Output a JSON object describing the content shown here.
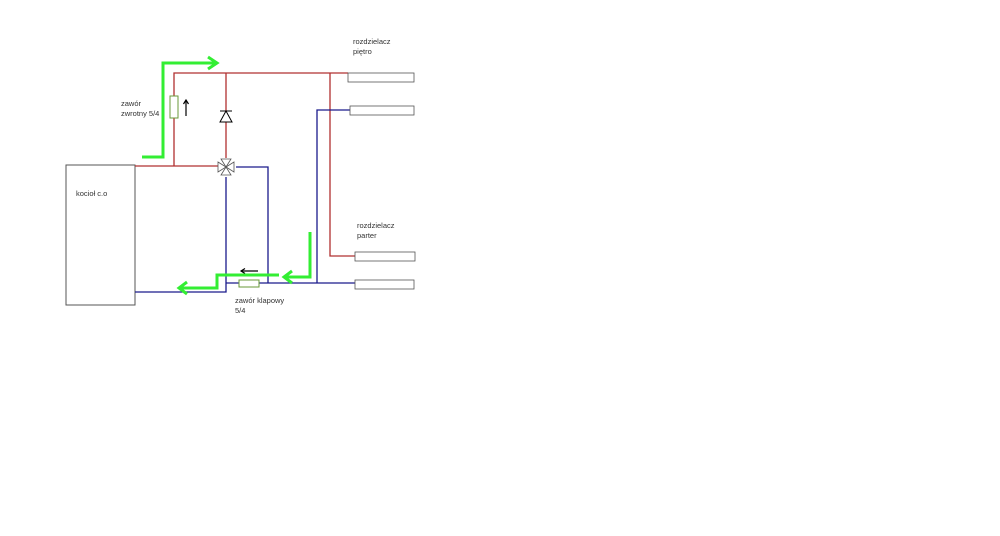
{
  "labels": {
    "boiler": "kocioł c.o",
    "check_valve_1": "zawór",
    "check_valve_2": "zwrotny 5/4",
    "manifold_upper_1": "rozdzielacz",
    "manifold_upper_2": "piętro",
    "manifold_lower_1": "rozdzielacz",
    "manifold_lower_2": "parter",
    "flap_valve_1": "zawór klapowy",
    "flap_valve_2": "5/4"
  },
  "colors": {
    "supply": "#b03030",
    "return": "#1a1a8c",
    "flow": "#33ee33",
    "outline": "#555555"
  }
}
